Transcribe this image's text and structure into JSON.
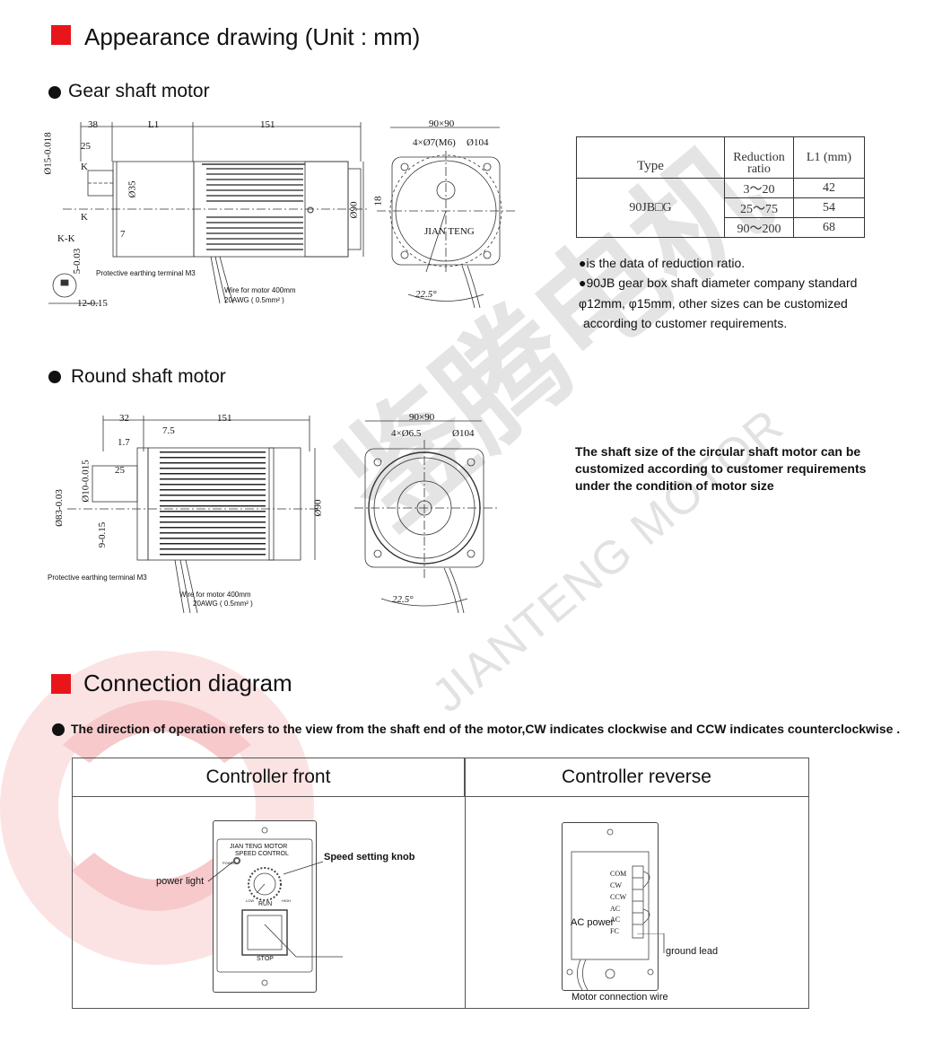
{
  "appearance": {
    "title": "Appearance drawing  (Unit : mm)"
  },
  "gear_motor": {
    "title": "Gear shaft motor",
    "dims": {
      "d38": "38",
      "dL1": "L1",
      "d151": "151",
      "d25": "25",
      "d35": "Ø35",
      "d7": "7",
      "d90x90": "90×90",
      "holes": "4×Ø7(M6)",
      "d104": "Ø104",
      "d18": "18",
      "d90": "Ø90",
      "angle": "22.5°",
      "kk": "K-K",
      "k": "K",
      "d15": "Ø15-0.018",
      "d5": "5-0.03",
      "d12": "12-0.15",
      "brand": "JIAN TENG"
    },
    "earth_label": "Protective earthing terminal M3",
    "wire_label_1": "Wire for motor  400mm",
    "wire_label_2": "20AWG ( 0.5mm² )"
  },
  "ratio_table": {
    "col_type": "Type",
    "col_ratio": "Reduction ratio",
    "col_l1": "L1 (mm)",
    "type_value": "90JB□G",
    "rows": [
      {
        "ratio": "3～20",
        "l1": "42"
      },
      {
        "ratio": "25～75",
        "l1": "54"
      },
      {
        "ratio": "90～200",
        "l1": "68"
      }
    ]
  },
  "gear_notes": [
    "●is the data of reduction ratio.",
    "●90JB gear box shaft diameter company standard",
    "φ12mm, φ15mm, other sizes can be customized",
    "according to customer requirements."
  ],
  "round_motor": {
    "title": "Round shaft motor",
    "dims": {
      "d32": "32",
      "d151": "151",
      "d75": "7.5",
      "d17": "1.7",
      "d25": "25",
      "d10": "Ø10-0.015",
      "d83": "Ø83-0.03",
      "d9": "9-0.15",
      "d90x90": "90×90",
      "holes": "4×Ø6.5",
      "d104": "Ø104",
      "d90": "Ø90",
      "angle": "22.5°"
    },
    "earth_label": "Protective earthing terminal M3",
    "wire_label_1": "Wire for motor  400mm",
    "wire_label_2": "20AWG ( 0.5mm² )",
    "note_lines": [
      "The shaft size of the circular shaft motor can be",
      "customized according to customer requirements",
      "under the condition of motor size"
    ]
  },
  "connection": {
    "title": "Connection diagram",
    "note": "The direction of operation refers to the view from the shaft end of the motor,CW indicates clockwise and CCW indicates counterclockwise .",
    "front_header": "Controller front",
    "reverse_header": "Controller reverse",
    "front": {
      "panel_line1": "JIAN TENG MOTOR",
      "panel_line2": "SPEED CONTROL",
      "power": "POWER",
      "low": "LOW",
      "high": "HIGH",
      "run": "RUN",
      "stop": "STOP",
      "power_light": "power light",
      "knob": "Speed setting knob"
    },
    "reverse": {
      "terminals": [
        "COM",
        "CW",
        "CCW",
        "AC",
        "AC",
        "FC"
      ],
      "ac_power": "AC power",
      "ground": "ground lead",
      "wire": "Motor connection wire"
    }
  },
  "watermark": {
    "chinese": "鉴腾电机",
    "latin": "JIANTENG MOTOR"
  },
  "colors": {
    "accent": "#e8161b",
    "watermark": "#d9d9d9"
  }
}
